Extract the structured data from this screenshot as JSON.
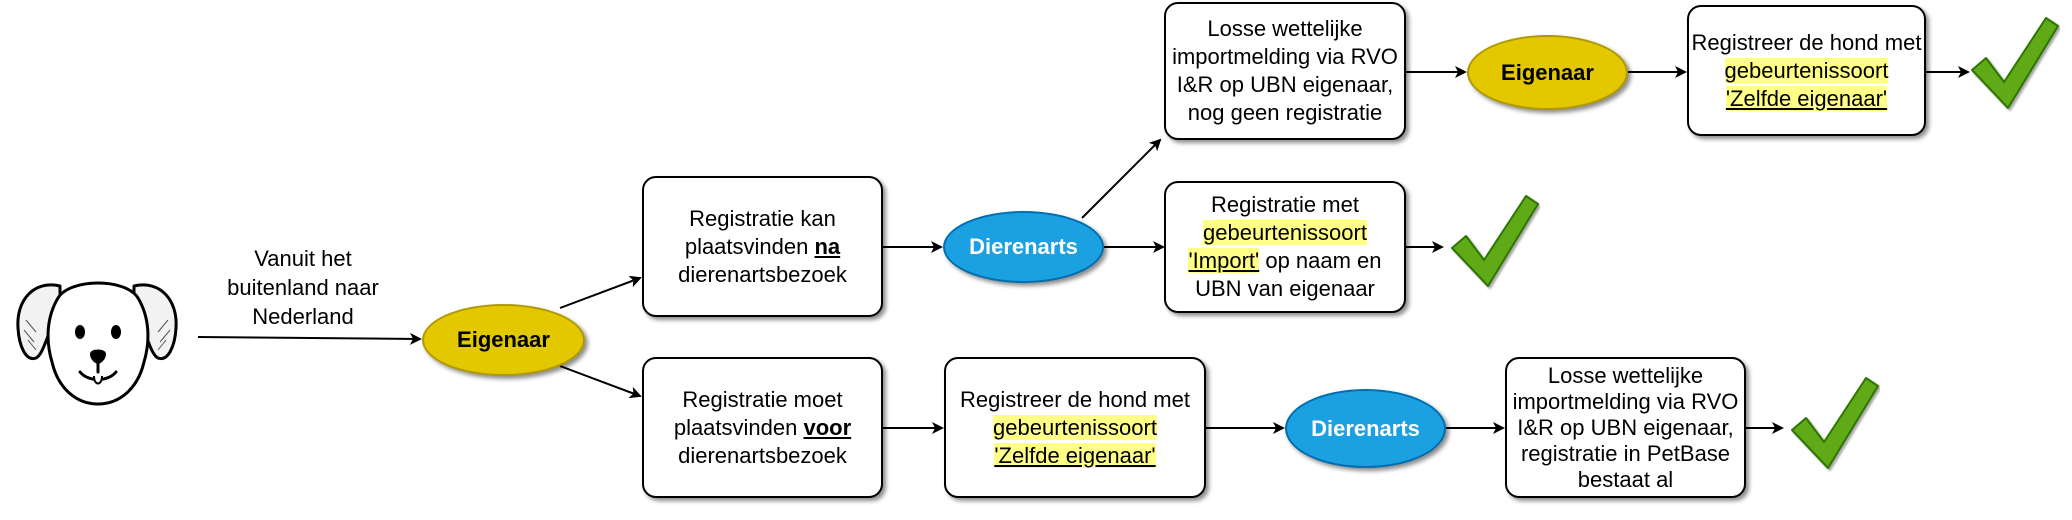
{
  "intro_label": [
    "Vanuit het",
    "buitenland naar",
    "Nederland"
  ],
  "nodes": {
    "owner_main": "Eigenaar",
    "box_na": {
      "line1": "Registratie kan",
      "line2_pre": "plaatsvinden ",
      "line2_em": "na",
      "line3": "dierenartsbezoek"
    },
    "box_voor": {
      "line1": "Registratie moet",
      "line2_pre": "plaatsvinden ",
      "line2_em": "voor",
      "line3": "dierenartsbezoek"
    },
    "vet_top": "Dierenarts",
    "box_losse_top": [
      "Losse wettelijke",
      "importmelding via RVO",
      "I&R op UBN eigenaar,",
      "nog geen registratie"
    ],
    "owner_top": "Eigenaar",
    "box_zelfde_top": {
      "line1": "Registreer de hond met",
      "line2": "gebeurtenissoort",
      "line3": "'Zelfde eigenaar'"
    },
    "box_import": {
      "line1": "Registratie met",
      "line2": "gebeurtenissoort",
      "line3_em": "'Import'",
      "line3_post": " op naam en",
      "line4": "UBN van eigenaar"
    },
    "box_zelfde_bottom": {
      "line1": "Registreer de hond met",
      "line2": "gebeurtenissoort",
      "line3": "'Zelfde eigenaar'"
    },
    "vet_bottom": "Dierenarts",
    "box_losse_bottom": [
      "Losse wettelijke",
      "importmelding via RVO",
      "I&R op UBN eigenaar,",
      "registratie in PetBase",
      "bestaat al"
    ]
  },
  "icons": {
    "dog": "dog-face-icon",
    "check": "checkmark-icon"
  },
  "colors": {
    "owner_fill": "#e3c800",
    "vet_fill": "#1ba1e2",
    "highlight": "#ffff88",
    "check_green": "#60a917"
  }
}
